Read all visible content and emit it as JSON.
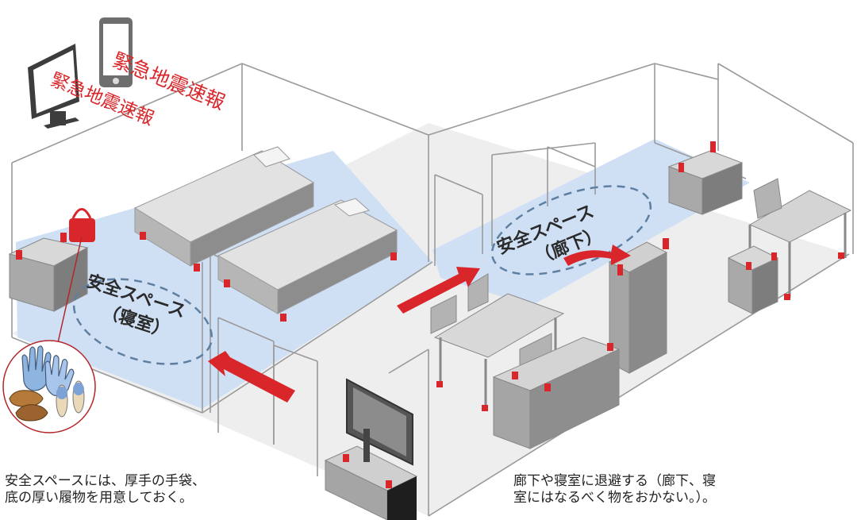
{
  "alerts": {
    "tv_text": "緊急地震速報",
    "phone_text": "緊急地震速報"
  },
  "zones": {
    "bedroom": {
      "line1": "安全スペース",
      "line2": "（寝室）"
    },
    "corridor": {
      "line1": "安全スペース",
      "line2": "（廊下）"
    }
  },
  "captions": {
    "left": [
      "安全スペースには、厚手の手袋、",
      "底の厚い履物を用意しておく。"
    ],
    "right": [
      "廊下や寝室に退避する（廊下、寝",
      "室にはなるべく物をおかない。）。"
    ]
  },
  "colors": {
    "alert_red": "#d9262a",
    "safe_zone_blue": "#cfe0f5",
    "zone_dash": "#5f7fa0",
    "furniture_gray": "#a9a9a9",
    "furniture_light": "#d8d8d8",
    "furniture_dark": "#7d7d7d",
    "wall_line": "#9a9a9a",
    "floor_gray": "#eeeeee"
  }
}
